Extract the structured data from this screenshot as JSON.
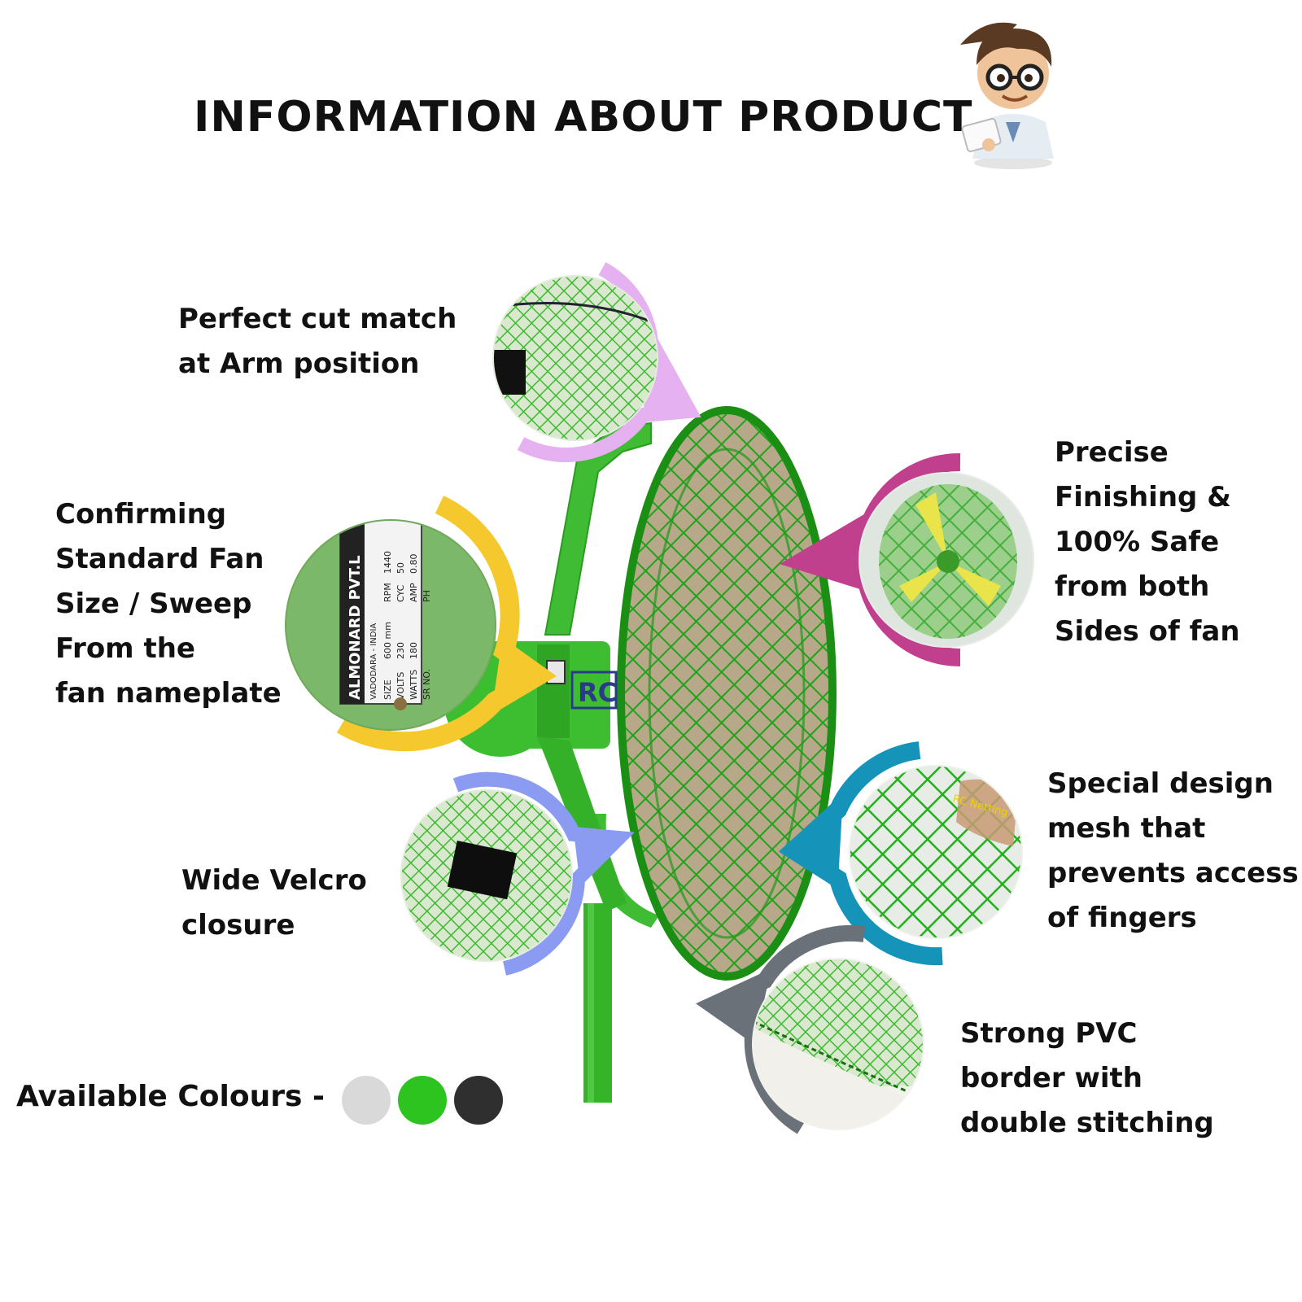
{
  "title": "INFORMATION ABOUT PRODUCT",
  "callouts": {
    "arm_cut": {
      "lines": [
        "Perfect cut match",
        "at Arm position"
      ],
      "accent": "#e8b4f0"
    },
    "nameplate": {
      "lines": [
        "Confirming",
        "Standard Fan",
        "Size / Sweep",
        "From the",
        "fan nameplate"
      ],
      "accent": "#f5c82e"
    },
    "finishing": {
      "lines": [
        "Precise",
        "Finishing &",
        "100% Safe",
        "from both",
        "Sides of fan"
      ],
      "accent": "#c0408e"
    },
    "mesh": {
      "lines": [
        "Special design",
        "mesh that",
        "prevents access",
        "of fingers"
      ],
      "accent": "#1593b8"
    },
    "velcro": {
      "lines": [
        "Wide Velcro",
        "closure"
      ],
      "accent": "#8b9bf2"
    },
    "border": {
      "lines": [
        "Strong PVC",
        "border with",
        "double stitching"
      ],
      "accent": "#6b7178"
    }
  },
  "nameplate": {
    "brand": "ALMONARD PVT.L",
    "city": "VADODARA - INDIA",
    "fields": [
      {
        "label": "SIZE",
        "value": "600 mm"
      },
      {
        "label": "VOLTS",
        "value": "230"
      },
      {
        "label": "WATTS",
        "value": "180"
      },
      {
        "label": "SR NO.",
        "value": ""
      },
      {
        "label": "RPM",
        "value": "1440"
      },
      {
        "label": "CYC",
        "value": "50"
      },
      {
        "label": "AMP",
        "value": "0.80"
      },
      {
        "label": "PH",
        "value": ""
      }
    ]
  },
  "logo_text": "RC",
  "mesh_watermark": "RC Netting",
  "colours": {
    "label": "Available Colours -",
    "swatches": [
      "#d9d9d9",
      "#2ec41f",
      "#2f2f2f"
    ]
  },
  "icons": {
    "mascot": "cartoon-boy-with-glasses-icon",
    "fan": "pedestal-fan-with-mesh-cover"
  }
}
